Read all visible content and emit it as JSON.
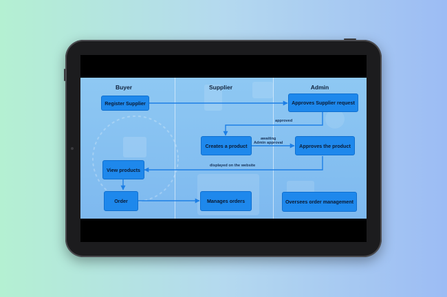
{
  "columns": {
    "buyer": "Buyer",
    "supplier": "Supplier",
    "admin": "Admin"
  },
  "nodes": {
    "register_supplier": "Register Supplier",
    "approves_supplier_request": "Approves Supplier request",
    "creates_product": "Creates a product",
    "approves_product": "Approves the product",
    "view_products": "View products",
    "order": "Order",
    "manages_orders": "Manages orders",
    "oversees_order_management": "Oversees order management"
  },
  "edge_labels": {
    "approved": "approved",
    "awaiting_line1": "awaiting",
    "awaiting_line2": "Admin approval",
    "displayed": "displayed on the website"
  },
  "colors": {
    "node_fill": "#1e88ec",
    "arrow": "#1d7fe6",
    "panel": "#8ec8f3",
    "device": "#1c1c1e"
  }
}
